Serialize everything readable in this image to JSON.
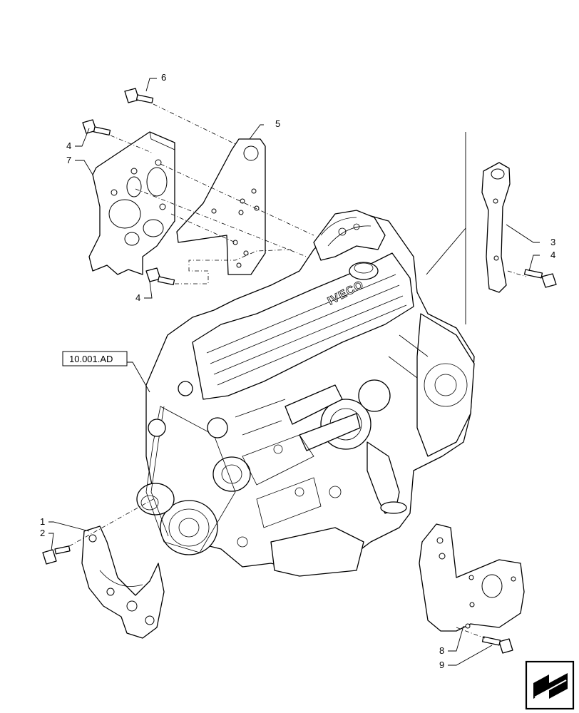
{
  "diagram": {
    "callouts": [
      {
        "id": "c6",
        "text": "6"
      },
      {
        "id": "c5",
        "text": "5"
      },
      {
        "id": "c4a",
        "text": "4"
      },
      {
        "id": "c7",
        "text": "7"
      },
      {
        "id": "c4b",
        "text": "4"
      },
      {
        "id": "c3",
        "text": "3"
      },
      {
        "id": "c4c",
        "text": "4"
      },
      {
        "id": "c1",
        "text": "1"
      },
      {
        "id": "c2",
        "text": "2"
      },
      {
        "id": "c8",
        "text": "8"
      },
      {
        "id": "c9",
        "text": "9"
      }
    ],
    "reference_box": "10.001.AD",
    "engine_brand": "IVECO",
    "nav_icon": "arrow-icon"
  }
}
